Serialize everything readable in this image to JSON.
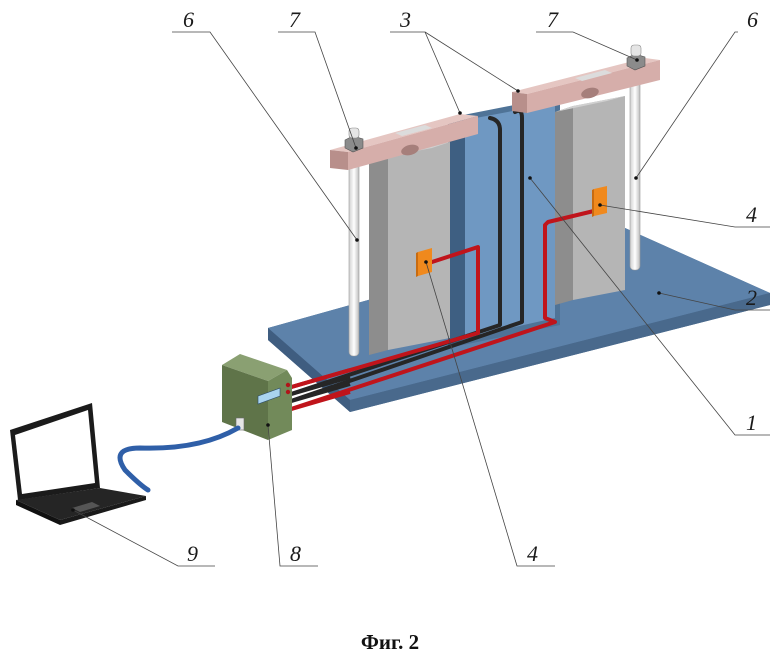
{
  "figure": {
    "caption": "Фиг. 2",
    "description": "Test stand: two concrete blocks with strain sensors on a base plate, load cells on posts, data acquisition unit connected to a laptop",
    "callouts": [
      {
        "id": "callout-6-left",
        "label": "6",
        "part": "post (left)"
      },
      {
        "id": "callout-7-left",
        "label": "7",
        "part": "nut (left)"
      },
      {
        "id": "callout-3",
        "label": "3",
        "part": "load cells"
      },
      {
        "id": "callout-7-right",
        "label": "7",
        "part": "nut (right)"
      },
      {
        "id": "callout-6-right",
        "label": "6",
        "part": "post (right)"
      },
      {
        "id": "callout-4-right",
        "label": "4",
        "part": "sensor (right)"
      },
      {
        "id": "callout-2",
        "label": "2",
        "part": "base plate"
      },
      {
        "id": "callout-1",
        "label": "1",
        "part": "central panel"
      },
      {
        "id": "callout-4-bottom",
        "label": "4",
        "part": "sensor (left)"
      },
      {
        "id": "callout-8",
        "label": "8",
        "part": "data acquisition unit"
      },
      {
        "id": "callout-9",
        "label": "9",
        "part": "laptop"
      }
    ]
  },
  "colors": {
    "base_plate": "#5b7fa6",
    "panel": "#6b93bd",
    "block": "#b9b9b9",
    "load_cell": "#d9b4b0",
    "sensor": "#f08a1e",
    "cable_red": "#c0141b",
    "cable_black": "#2a2a2a",
    "daq": "#6f845b",
    "usb_cable": "#2f5fa8",
    "laptop": "#1e1e1e"
  }
}
